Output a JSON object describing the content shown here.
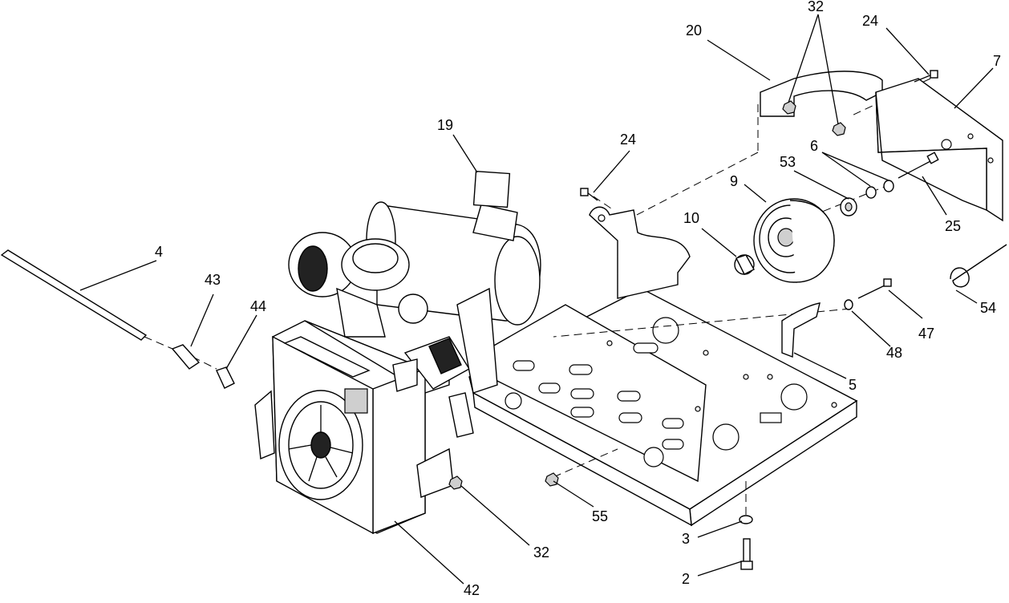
{
  "callouts": [
    {
      "id": "c4",
      "label": "4"
    },
    {
      "id": "c43",
      "label": "43"
    },
    {
      "id": "c44",
      "label": "44"
    },
    {
      "id": "c19",
      "label": "19"
    },
    {
      "id": "c24a",
      "label": "24"
    },
    {
      "id": "c20",
      "label": "20"
    },
    {
      "id": "c32a",
      "label": "32"
    },
    {
      "id": "c24b",
      "label": "24"
    },
    {
      "id": "c7",
      "label": "7"
    },
    {
      "id": "c6",
      "label": "6"
    },
    {
      "id": "c53",
      "label": "53"
    },
    {
      "id": "c9",
      "label": "9"
    },
    {
      "id": "c10",
      "label": "10"
    },
    {
      "id": "c25",
      "label": "25"
    },
    {
      "id": "c54",
      "label": "54"
    },
    {
      "id": "c47",
      "label": "47"
    },
    {
      "id": "c48",
      "label": "48"
    },
    {
      "id": "c5",
      "label": "5"
    },
    {
      "id": "c55",
      "label": "55"
    },
    {
      "id": "c32b",
      "label": "32"
    },
    {
      "id": "c42",
      "label": "42"
    },
    {
      "id": "c3",
      "label": "3"
    },
    {
      "id": "c2",
      "label": "2"
    }
  ]
}
